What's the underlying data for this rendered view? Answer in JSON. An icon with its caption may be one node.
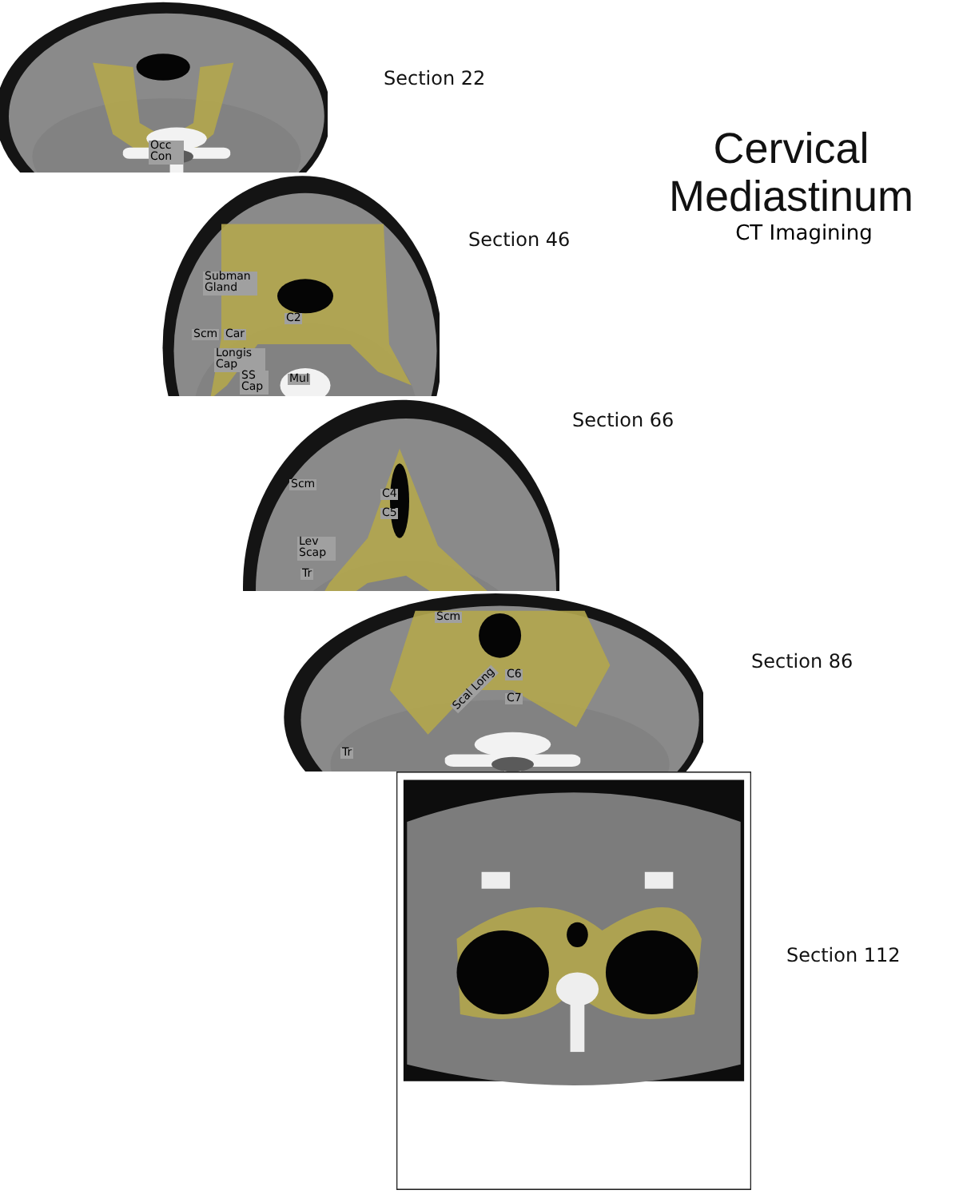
{
  "diagram": {
    "title": "Cervical Mediastinum",
    "nodes": [
      {
        "text": [],
        "shape": "picture",
        "beside": [
          "Section 22"
        ]
      },
      {
        "text": [],
        "shape": "picture",
        "beside": [
          "Section 46"
        ]
      },
      {
        "text": [],
        "shape": "picture",
        "beside": [
          "Section 66"
        ]
      },
      {
        "text": [],
        "shape": "picture",
        "beside": [
          "Section 86"
        ]
      },
      {
        "text": [],
        "shape": "picture",
        "beside": [
          "Section 112"
        ]
      }
    ],
    "labels": [
      "CT Imagining",
      "Occ Con",
      "Subman Gland",
      "Car",
      "Scm",
      "C2",
      "Longis Cap",
      "Mul",
      "SS Cap",
      "Scm",
      "C4",
      "C5",
      "Lev Scap",
      "Tr",
      "Scm",
      "C6",
      "Scal Long",
      "C7",
      "Tr"
    ]
  }
}
